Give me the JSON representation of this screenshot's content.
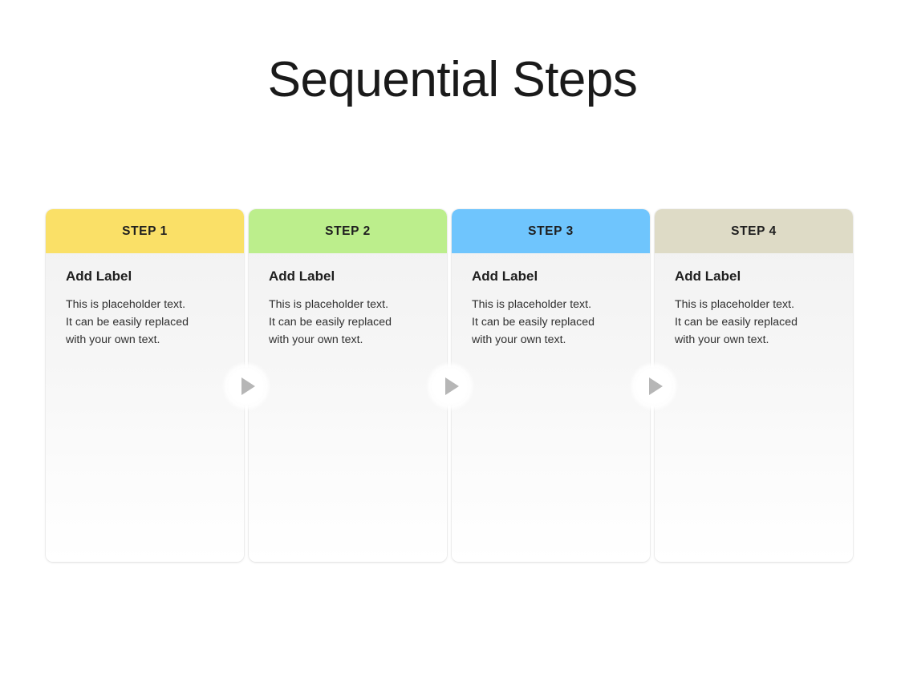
{
  "slide": {
    "title": "Sequential Steps",
    "background_color": "#FFFFFF"
  },
  "cards": [
    {
      "step_label": "STEP 1",
      "header_color": "#FAE067",
      "label": "Add Label",
      "text": "This is placeholder text. It can be easily replaced with your own text."
    },
    {
      "step_label": "STEP 2",
      "header_color": "#BCEE8C",
      "label": "Add Label",
      "text": "This is placeholder text. It can be easily replaced with your own text."
    },
    {
      "step_label": "STEP 3",
      "header_color": "#6FC5FD",
      "label": "Add Label",
      "text": "This is placeholder text. It can be easily replaced with your own text."
    },
    {
      "step_label": "STEP 4",
      "header_color": "#DEDBC6",
      "label": "Add Label",
      "text": "This is placeholder text. It can be easily replaced with your own text."
    }
  ],
  "connectors": [
    {
      "icon": "play-arrow-icon",
      "color": "#B6B6B6"
    },
    {
      "icon": "play-arrow-icon",
      "color": "#B6B6B6"
    },
    {
      "icon": "play-arrow-icon",
      "color": "#B6B6B6"
    }
  ]
}
